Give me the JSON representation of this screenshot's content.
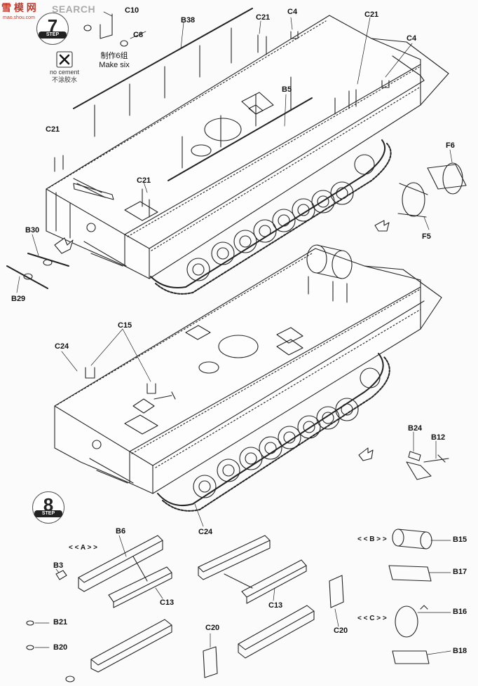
{
  "watermark": {
    "cn": "雪 模 网",
    "en": "SEARCH",
    "url": "mao.shou.com"
  },
  "steps": {
    "step7": {
      "number": "7",
      "tag": "STEP"
    },
    "step8": {
      "number": "8",
      "tag": "STEP"
    }
  },
  "note": {
    "make_six_cn": "制作6组",
    "make_six_en": "Make six",
    "no_cement_en": "no cement",
    "no_cement_cn": "不涂胶水"
  },
  "parts": {
    "c10": "C10",
    "c8": "C8",
    "b38": "B38",
    "c21_a": "C21",
    "c4_a": "C4",
    "c21_b": "C21",
    "c4_b": "C4",
    "b5": "B5",
    "c21_c": "C21",
    "c21_d": "C21",
    "f6": "F6",
    "f5": "F5",
    "b30": "B30",
    "b29": "B29",
    "c15": "C15",
    "c24_a": "C24",
    "c24_b": "C24",
    "b24": "B24",
    "b12": "B12",
    "b6": "B6",
    "b3": "B3",
    "c13_a": "C13",
    "c13_b": "C13",
    "b21": "B21",
    "b20": "B20",
    "c20_a": "C20",
    "c20_b": "C20",
    "b15": "B15",
    "b17": "B17",
    "b16": "B16",
    "b18": "B18"
  },
  "groups": {
    "a": "< < A > >",
    "b": "< < B > >",
    "c": "< < C > >"
  }
}
